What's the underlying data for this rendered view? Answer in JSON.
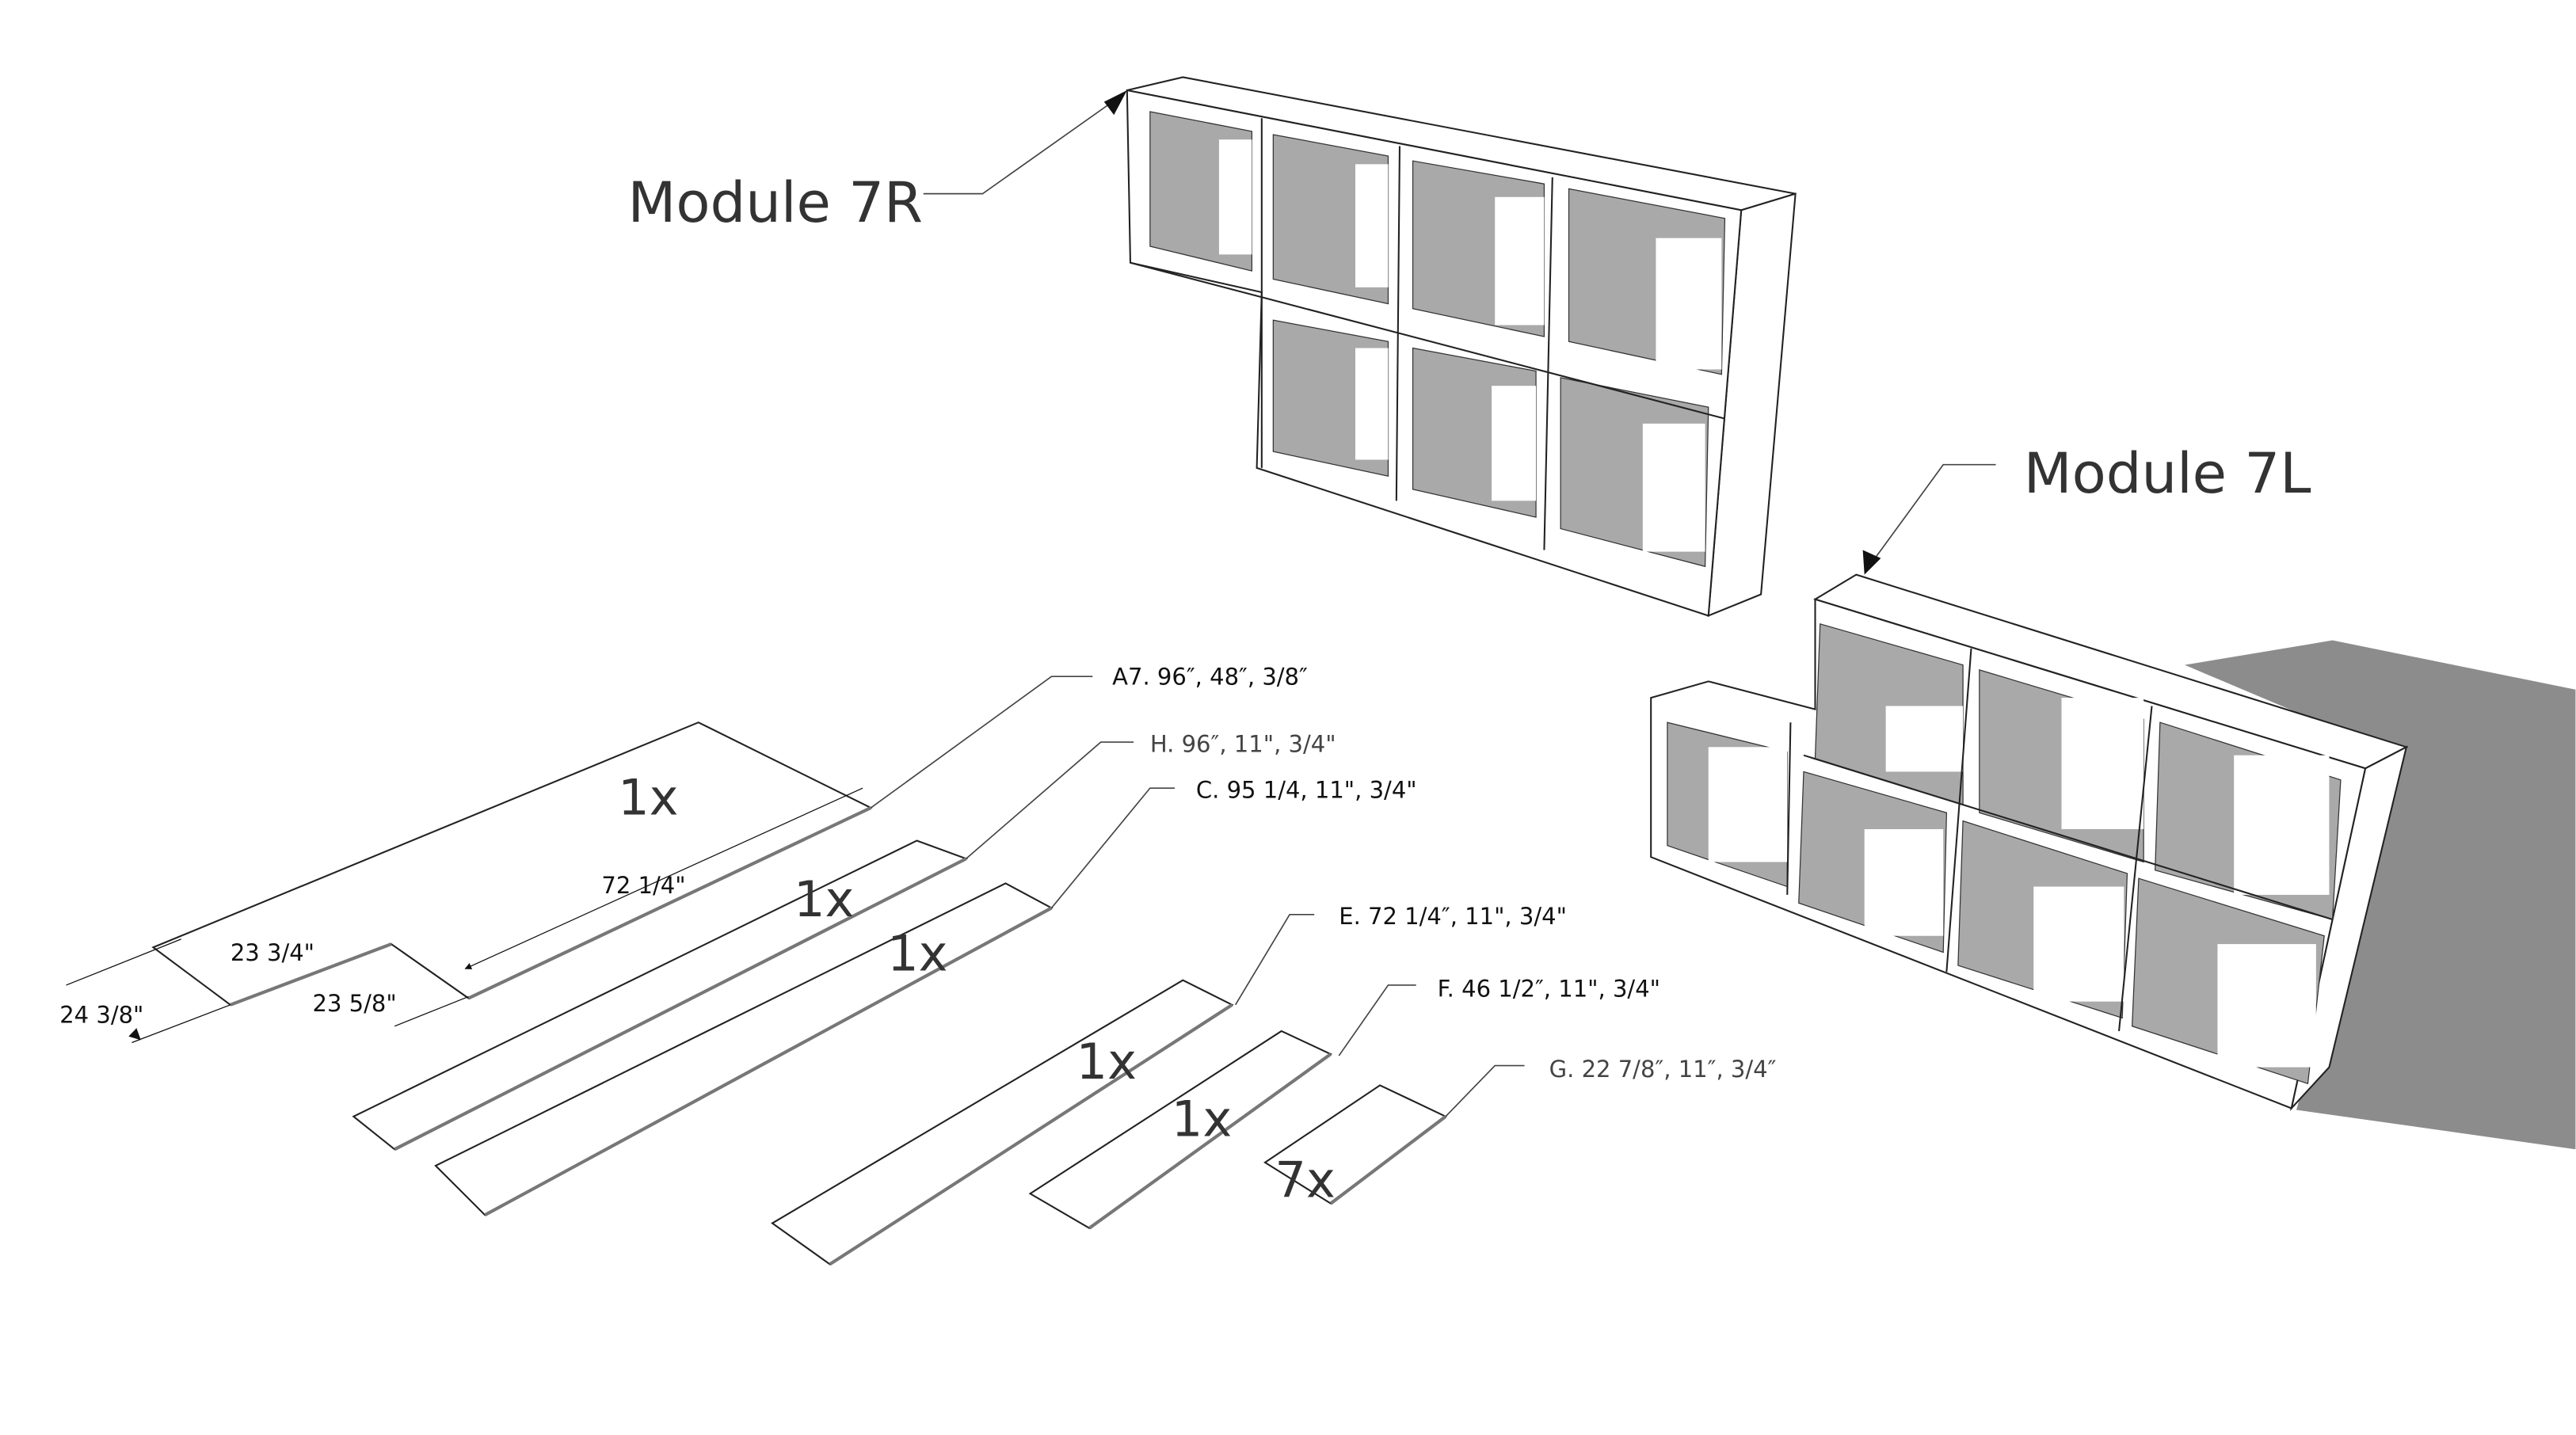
{
  "modules": {
    "module_7r": "Module 7R",
    "module_7l": "Module 7L"
  },
  "parts": {
    "a7": {
      "label": "A7. 96″, 48″, 3/8″",
      "qty": "1x"
    },
    "h": {
      "label": "H. 96″, 11\", 3/4\"",
      "qty": "1x"
    },
    "c": {
      "label": "C. 95 1/4, 11\", 3/4\"",
      "qty": "1x"
    },
    "e": {
      "label": "E. 72 1/4″, 11\", 3/4\"",
      "qty": "1x"
    },
    "f": {
      "label": "F. 46 1/2″, 11\", 3/4\"",
      "qty": "1x"
    },
    "g": {
      "label": "G. 22 7/8″, 11″, 3/4″",
      "qty": "7x"
    }
  },
  "dimensions": {
    "d1": "72 1/4\"",
    "d2": "23 3/4\"",
    "d3": "23 5/8\"",
    "d4": "24 3/8\""
  },
  "colors": {
    "shadow": "#8c8c8c",
    "back_panel": "#a9a9a9"
  }
}
